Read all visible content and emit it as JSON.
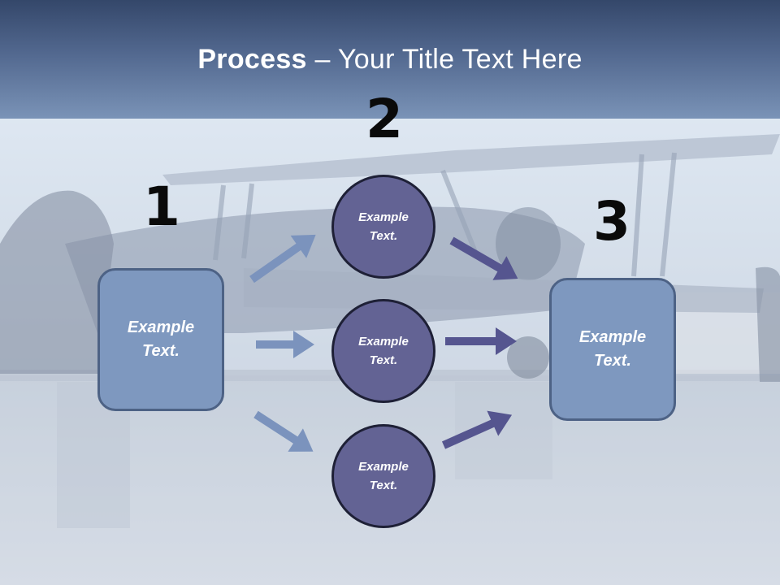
{
  "slide": {
    "title_bold": "Process",
    "title_rest": " – Your Title Text Here",
    "step_numbers": [
      "1",
      "2",
      "3"
    ],
    "left_box": "Example Text.",
    "circles": [
      "Example Text.",
      "Example Text.",
      "Example Text."
    ],
    "right_box": "Example Text."
  },
  "colors": {
    "header": "#52688f",
    "box_fill": "#7e98bf",
    "circle_fill": "#636394",
    "arrow_light": "#7b93bd",
    "arrow_dark": "#55558f"
  }
}
